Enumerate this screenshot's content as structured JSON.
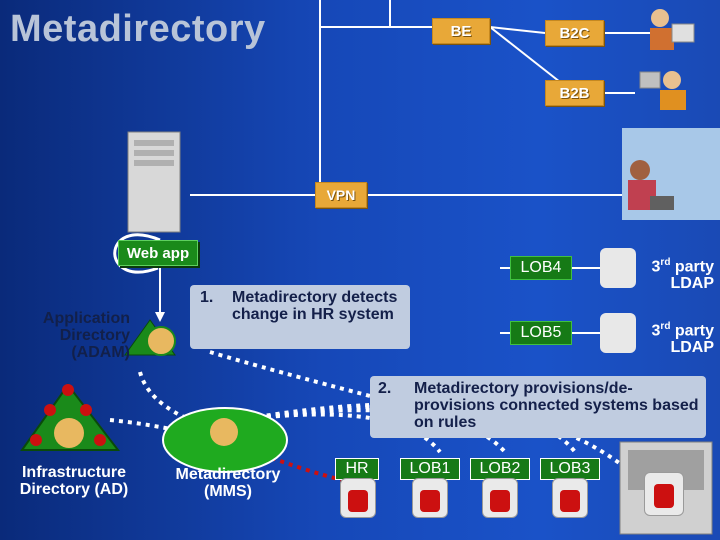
{
  "title": "Metadirectory",
  "boxes": {
    "be": "BE",
    "b2c": "B2C",
    "b2b": "B2B",
    "vpn": "VPN",
    "web_app": "Web app",
    "lob4": "LOB4",
    "lob5": "LOB5"
  },
  "party": {
    "p1_num": "3",
    "p1_sup": "rd",
    "p1_rest": " party",
    "p1_line2": "LDAP",
    "p2_num": "3",
    "p2_sup": "rd",
    "p2_rest": " party",
    "p2_line2": "LDAP"
  },
  "labels": {
    "adam": "Application Directory (ADAM)",
    "ad": "Infrastructure Directory (AD)",
    "mms": "Metadirectory (MMS)"
  },
  "steps": [
    {
      "num": "1.",
      "text": "Metadirectory detects change in HR system"
    },
    {
      "num": "2.",
      "text": "Metadirectory provisions/de-provisions connected systems based on rules"
    }
  ],
  "systems": [
    "HR",
    "LOB1",
    "LOB2",
    "LOB3"
  ],
  "colors": {
    "orange": "#e8a838",
    "green": "#1a8a1a",
    "red": "#cc1010"
  }
}
